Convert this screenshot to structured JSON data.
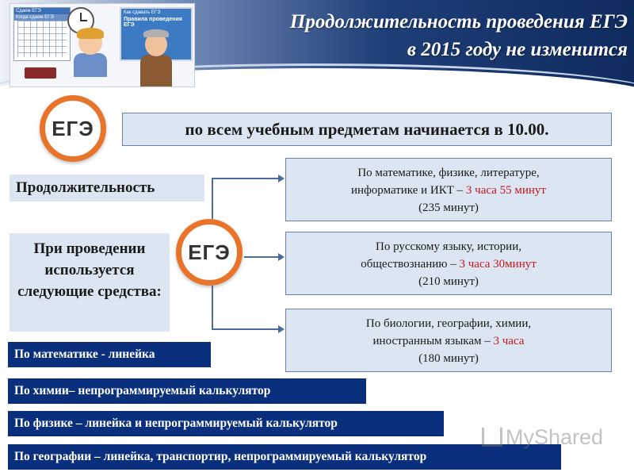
{
  "header": {
    "title_line1": "Продолжительность проведения ЕГЭ",
    "title_line2": "в 2015 году не изменится",
    "clipart": {
      "form_heading": "Сдаем ЕГЭ",
      "form_sub": "Когда сдаем ЕГЭ",
      "board_heading": "Как сдавать ЕГЭ",
      "board_text": "Правила проведения ЕГЭ"
    }
  },
  "logo_text": "ЕГЭ",
  "start_time_text": "по всем учебным предметам начинается в 10.00.",
  "duration_label": "Продолжительность",
  "means_label": "При проведении используется следующие средства:",
  "durations": [
    {
      "subjects_line1": "По математике, физике, литературе,",
      "subjects_line2": "информатике и ИКТ – ",
      "time": "3 часа 55 минут",
      "minutes": "(235 минут)"
    },
    {
      "subjects_line1": "По русскому языку, истории,",
      "subjects_line2": "обществознанию – ",
      "time": "3 часа 30минут",
      "minutes": "(210 минут)"
    },
    {
      "subjects_line1": "По биологии, географии, химии,",
      "subjects_line2": "иностранным языкам – ",
      "time": "3 часа",
      "minutes": "(180 минут)"
    }
  ],
  "tools": [
    "По математике - линейка",
    "По химии– непрограммируемый калькулятор",
    "По физике – линейка и непрограммируемый калькулятор",
    "По географии – линейка, транспортир,  непрограммируемый калькулятор"
  ],
  "watermark": "MyShared",
  "colors": {
    "accent_orange": "#e8742a",
    "box_fill": "#dce6f2",
    "tool_bar": "#0a2f7c",
    "highlight_red": "#c0171c"
  }
}
